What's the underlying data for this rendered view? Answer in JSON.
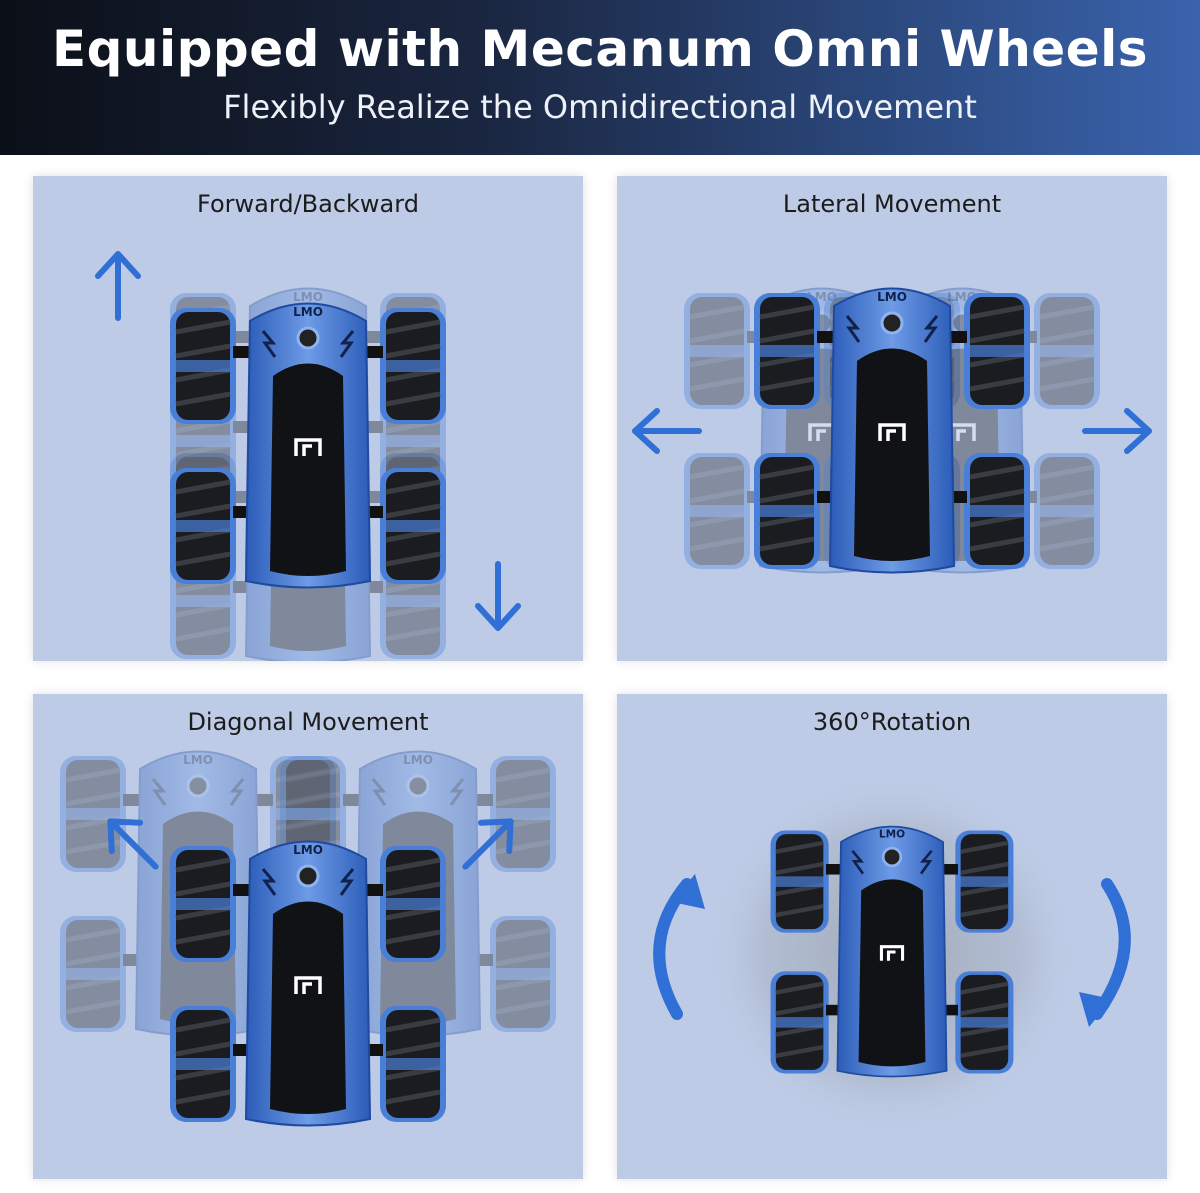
{
  "header": {
    "title": "Equipped with Mecanum Omni Wheels",
    "subtitle": "Flexibly Realize the Omnidirectional Movement"
  },
  "panels": [
    {
      "title": "Forward/Backward"
    },
    {
      "title": "Lateral Movement"
    },
    {
      "title": "Diagonal Movement"
    },
    {
      "title": "360°Rotation"
    }
  ],
  "colors": {
    "header_dark": "#0b0f17",
    "header_blue": "#3a63ad",
    "panel_bg": "#bdcbe6",
    "arrow_blue": "#2f6fd6",
    "car_blue": "#3f7ad8",
    "wheel_black": "#1a1b1f"
  }
}
